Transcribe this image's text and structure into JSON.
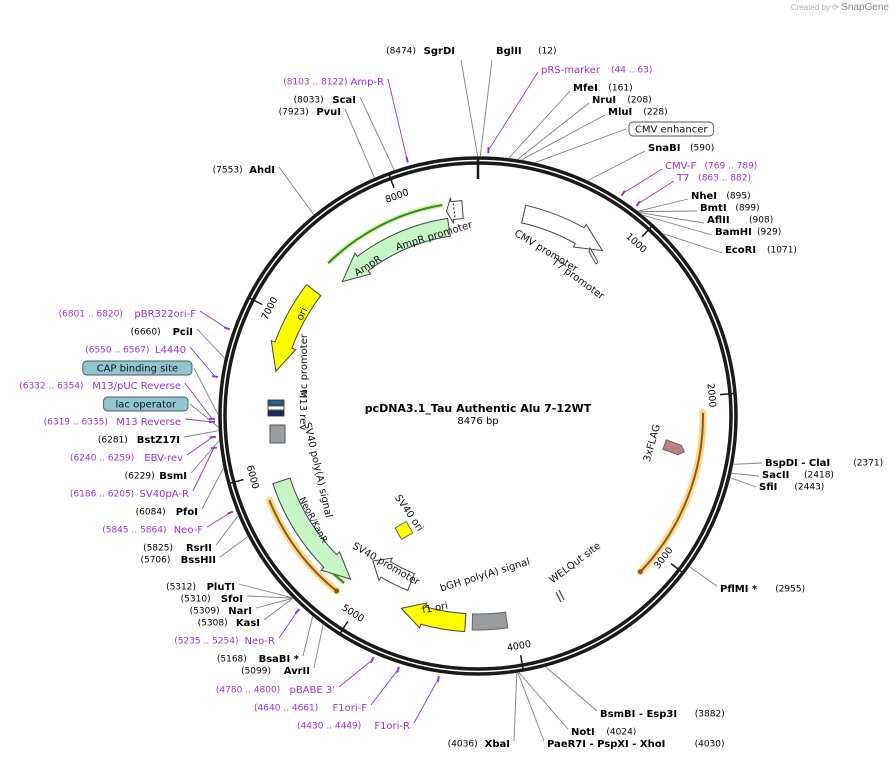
{
  "credit": {
    "created_by": "Created by",
    "brand": "SnapGene"
  },
  "plasmid": {
    "name": "pcDNA3.1_Tau Authentic Alu 7-12WT",
    "length": "8476 bp",
    "total_bp": 8476
  },
  "colors": {
    "backbone": "#1a1a1a",
    "site_text": "#000000",
    "feature_text": "#9b30d6",
    "green_feature": "#c6f5c6",
    "yellow_feature": "#ffff00",
    "grey_feature": "#9a9da0",
    "white_feature": "#ffffff",
    "pink_feature": "#c08080",
    "orf_core": "#8b5a14",
    "orf_glow": "#ffd68a",
    "green_orf": "#2f8f1a",
    "label_box_blue": "#8fc6cf"
  },
  "tick_labels": [
    {
      "bp": 1000,
      "label": "1000"
    },
    {
      "bp": 2000,
      "label": "2000"
    },
    {
      "bp": 3000,
      "label": "3000"
    },
    {
      "bp": 4000,
      "label": "4000"
    },
    {
      "bp": 5000,
      "label": "5000"
    },
    {
      "bp": 6000,
      "label": "6000"
    },
    {
      "bp": 7000,
      "label": "7000"
    },
    {
      "bp": 8000,
      "label": "8000"
    }
  ],
  "labels": [
    {
      "name": "SgrDI",
      "pos": "(8474)",
      "kind": "site",
      "bp": 8474
    },
    {
      "name": "BglII",
      "pos": "(12)",
      "kind": "site",
      "bp": 12
    },
    {
      "name": "pRS-marker",
      "pos": "(44 .. 63)",
      "kind": "feature",
      "bp": 53
    },
    {
      "name": "MfeI",
      "pos": "(161)",
      "kind": "site",
      "bp": 161
    },
    {
      "name": "NruI",
      "pos": "(208)",
      "kind": "site",
      "bp": 208
    },
    {
      "name": "MluI",
      "pos": "(228)",
      "kind": "site",
      "bp": 228
    },
    {
      "name": "CMV enhancer",
      "pos": "",
      "kind": "boxed",
      "bp": 300
    },
    {
      "name": "SnaBI",
      "pos": "(590)",
      "kind": "site",
      "bp": 590
    },
    {
      "name": "CMV-F",
      "pos": "(769 .. 789)",
      "kind": "feature",
      "bp": 779
    },
    {
      "name": "T7",
      "pos": "(863 .. 882)",
      "kind": "feature",
      "bp": 872
    },
    {
      "name": "NheI",
      "pos": "(895)",
      "kind": "site",
      "bp": 895
    },
    {
      "name": "BmtI",
      "pos": "(899)",
      "kind": "site",
      "bp": 899
    },
    {
      "name": "AflII",
      "pos": "(908)",
      "kind": "site",
      "bp": 908
    },
    {
      "name": "BamHI",
      "pos": "(929)",
      "kind": "site",
      "bp": 929
    },
    {
      "name": "EcoRI",
      "pos": "(1071)",
      "kind": "site",
      "bp": 1071
    },
    {
      "name": "BspDI - ClaI",
      "pos": "(2371)",
      "kind": "site",
      "bp": 2371
    },
    {
      "name": "SacII",
      "pos": "(2418)",
      "kind": "site",
      "bp": 2418
    },
    {
      "name": "SfiI",
      "pos": "(2443)",
      "kind": "site",
      "bp": 2443
    },
    {
      "name": "PflMI *",
      "pos": "(2955)",
      "kind": "site",
      "bp": 2955
    },
    {
      "name": "BsmBI - Esp3I",
      "pos": "(3882)",
      "kind": "site",
      "bp": 3882
    },
    {
      "name": "NotI",
      "pos": "(4024)",
      "kind": "site",
      "bp": 4024
    },
    {
      "name": "PaeR7I - PspXI - XhoI",
      "pos": "(4030)",
      "kind": "site",
      "bp": 4030
    },
    {
      "name": "XbaI",
      "pos": "(4036)",
      "kind": "site",
      "bp": 4036
    },
    {
      "name": "F1ori-R",
      "pos": "(4430 .. 4449)",
      "kind": "feature",
      "bp": 4440
    },
    {
      "name": "F1ori-F",
      "pos": "(4640 .. 4661)",
      "kind": "feature",
      "bp": 4650
    },
    {
      "name": "pBABE 3'",
      "pos": "(4780 .. 4800)",
      "kind": "feature",
      "bp": 4790
    },
    {
      "name": "AvrII",
      "pos": "(5099)",
      "kind": "site",
      "bp": 5099
    },
    {
      "name": "BsaBI *",
      "pos": "(5168)",
      "kind": "site",
      "bp": 5168
    },
    {
      "name": "Neo-R",
      "pos": "(5235 .. 5254)",
      "kind": "feature",
      "bp": 5245
    },
    {
      "name": "KasI",
      "pos": "(5308)",
      "kind": "site",
      "bp": 5308
    },
    {
      "name": "NarI",
      "pos": "(5309)",
      "kind": "site",
      "bp": 5309
    },
    {
      "name": "SfoI",
      "pos": "(5310)",
      "kind": "site",
      "bp": 5310
    },
    {
      "name": "PluTI",
      "pos": "(5312)",
      "kind": "site",
      "bp": 5312
    },
    {
      "name": "BssHII",
      "pos": "(5706)",
      "kind": "site",
      "bp": 5706
    },
    {
      "name": "RsrII",
      "pos": "(5825)",
      "kind": "site",
      "bp": 5825
    },
    {
      "name": "Neo-F",
      "pos": "(5845 .. 5864)",
      "kind": "feature",
      "bp": 5855
    },
    {
      "name": "PfoI",
      "pos": "(6084)",
      "kind": "site",
      "bp": 6084
    },
    {
      "name": "SV40pA-R",
      "pos": "(6186 .. 6205)",
      "kind": "feature",
      "bp": 6195
    },
    {
      "name": "BsmI",
      "pos": "(6229)",
      "kind": "site",
      "bp": 6229
    },
    {
      "name": "EBV-rev",
      "pos": "(6240 .. 6259)",
      "kind": "feature",
      "bp": 6250
    },
    {
      "name": "BstZ17I",
      "pos": "(6281)",
      "kind": "site",
      "bp": 6281
    },
    {
      "name": "M13 Reverse",
      "pos": "(6319 .. 6335)",
      "kind": "feature",
      "bp": 6327
    },
    {
      "name": "lac operator",
      "pos": "",
      "kind": "boxed-blue",
      "bp": 6300
    },
    {
      "name": "M13/pUC Reverse",
      "pos": "(6332 .. 6354)",
      "kind": "feature",
      "bp": 6343
    },
    {
      "name": "CAP binding site",
      "pos": "",
      "kind": "boxed-blue",
      "bp": 6365
    },
    {
      "name": "L4440",
      "pos": "(6550 .. 6567)",
      "kind": "feature",
      "bp": 6558
    },
    {
      "name": "PciI",
      "pos": "(6660)",
      "kind": "site",
      "bp": 6660
    },
    {
      "name": "pBR322ori-F",
      "pos": "(6801 .. 6820)",
      "kind": "feature",
      "bp": 6810
    },
    {
      "name": "AhdI",
      "pos": "(7553)",
      "kind": "site",
      "bp": 7553
    },
    {
      "name": "PvuI",
      "pos": "(7923)",
      "kind": "site",
      "bp": 7923
    },
    {
      "name": "ScaI",
      "pos": "(8033)",
      "kind": "site",
      "bp": 8033
    },
    {
      "name": "Amp-R",
      "pos": "(8103 .. 8122)",
      "kind": "feature",
      "bp": 8112
    }
  ],
  "features": [
    {
      "name": "CMV promoter",
      "kind": "promoter",
      "start": 300,
      "end": 870,
      "fill": "#ffffff"
    },
    {
      "name": "T7 promoter",
      "kind": "promoter",
      "start": 863,
      "end": 882,
      "fill": "#ffffff"
    },
    {
      "name": "3xFLAG",
      "kind": "tag",
      "start": 2280,
      "end": 2350,
      "fill": "#c08080"
    },
    {
      "name": "WELQut site",
      "kind": "site",
      "start": 3820,
      "end": 3835,
      "fill": "#ffffff"
    },
    {
      "name": "bGH poly(A) signal",
      "kind": "terminator",
      "start": 4050,
      "end": 4275,
      "fill": "#9a9da0"
    },
    {
      "name": "f1 ori",
      "kind": "origin",
      "start": 4321,
      "end": 4750,
      "fill": "#ffff00"
    },
    {
      "name": "SV40 promoter",
      "kind": "promoter",
      "start": 4755,
      "end": 5085,
      "fill": "#ffffff"
    },
    {
      "name": "SV40 ori",
      "kind": "origin",
      "start": 4940,
      "end": 5075,
      "fill": "#ffff00"
    },
    {
      "name": "NeoR/KanR",
      "kind": "cds",
      "start": 5133,
      "end": 5927,
      "fill": "#c6f5c6"
    },
    {
      "name": "SV40 poly(A) signal",
      "kind": "terminator",
      "start": 6101,
      "end": 6222,
      "fill": "#9a9da0"
    },
    {
      "name": "M13 rev",
      "kind": "primer",
      "start": 6300,
      "end": 6317,
      "fill": "#1a1a1a"
    },
    {
      "name": "lac promoter",
      "kind": "promoter",
      "start": 6330,
      "end": 6360,
      "fill": "#ffffff"
    },
    {
      "name": "ori",
      "kind": "origin",
      "start": 6651,
      "end": 7239,
      "fill": "#ffff00"
    },
    {
      "name": "AmpR",
      "kind": "cds",
      "start": 7410,
      "end": 8270,
      "fill": "#c6f5c6"
    },
    {
      "name": "AmpR promoter",
      "kind": "promoter",
      "start": 8270,
      "end": 8375,
      "fill": "#ffffff"
    }
  ],
  "orfs": [
    {
      "start": 2100,
      "end": 3150,
      "style": "glow"
    },
    {
      "start": 5155,
      "end": 5840,
      "style": "glow"
    },
    {
      "start": 5150,
      "end": 5800,
      "style": "green"
    },
    {
      "start": 7430,
      "end": 8250,
      "style": "green"
    }
  ]
}
